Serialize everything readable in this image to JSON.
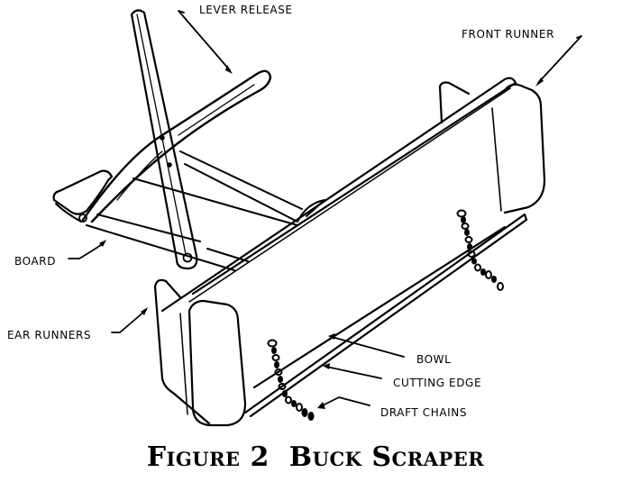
{
  "figure": {
    "caption_number": "Figure 2",
    "caption_title": "Buck Scraper",
    "ink_color": "#000000",
    "background_color": "#ffffff",
    "labels": {
      "lever_release": "LEVER RELEASE",
      "front_runner": "FRONT RUNNER",
      "board": "BOARD",
      "rear_runners": "EAR RUNNERS",
      "bowl": "BOWL",
      "cutting_edge": "CUTTING EDGE",
      "draft_chains": "DRAFT CHAINS"
    }
  }
}
